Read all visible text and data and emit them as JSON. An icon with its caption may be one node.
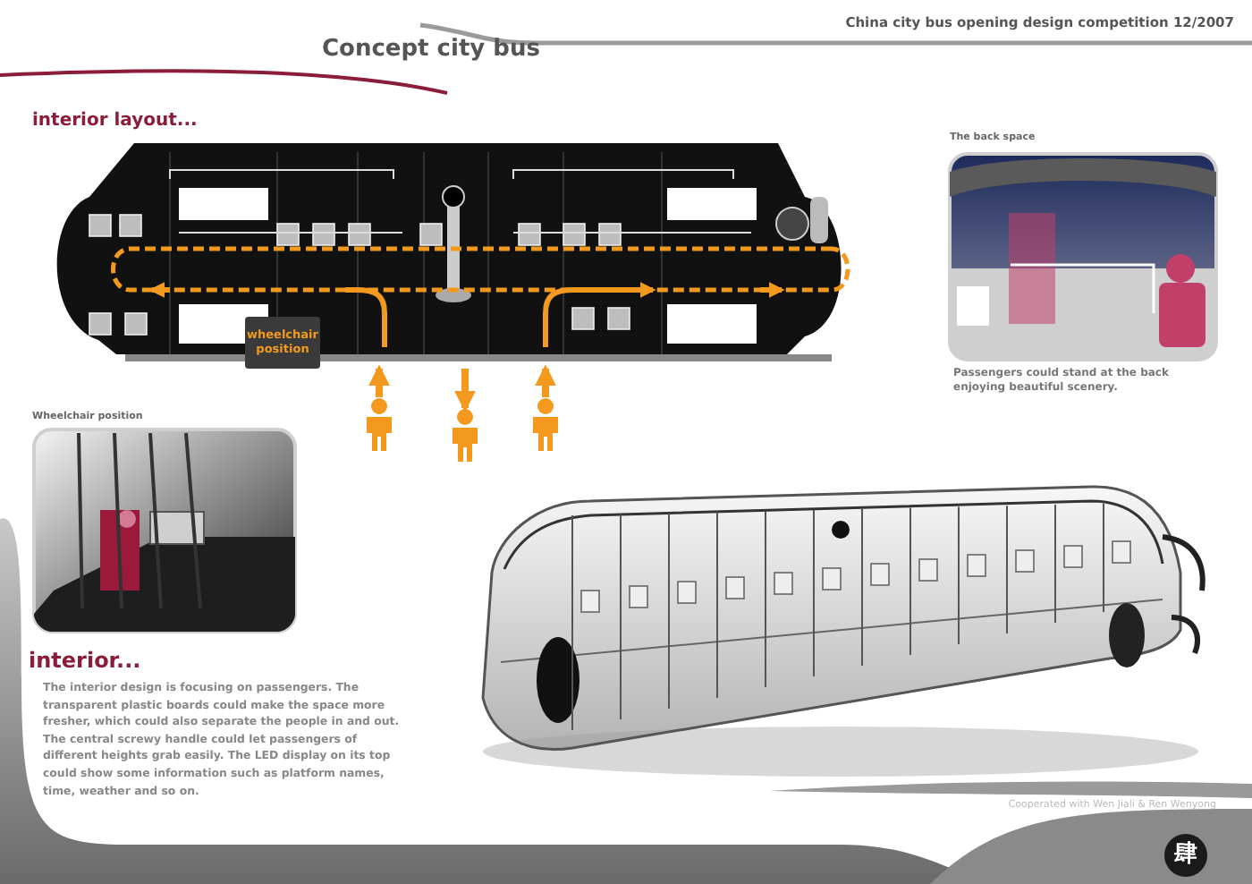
{
  "diagram": {
    "title": "Concept city bus",
    "nodes": [
      {
        "text": [],
        "shape": "picture"
      },
      {
        "text": [
          "wheelchair position"
        ],
        "in": 0
      },
      {
        "text": [],
        "shape": "person"
      },
      {
        "text": [],
        "shape": "person"
      },
      {
        "text": [],
        "shape": "person"
      }
    ],
    "edges": [
      {
        "from": 2,
        "to": 0,
        "arrow": "to"
      },
      {
        "from": 0,
        "to": 3,
        "arrow": "to"
      },
      {
        "from": 4,
        "to": 0,
        "arrow": "to"
      }
    ],
    "labels": [
      "China city bus opening design competition 12/2007",
      "interior layout...",
      "The back space",
      "Passengers could stand at the back enjoying beautiful scenery.",
      "Wheelchair position",
      "interior...",
      "The interior design is focusing on passengers. The transparent plastic boards could make the space more fresher, which could also separate the people in and out. The central screwy handle could let passengers of different heights grab easily. The LED display on its top could show some information such as platform names, time, weather and so on.",
      "Cooperated with Wen Jiali & Ren Wenyong",
      "肆"
    ]
  }
}
